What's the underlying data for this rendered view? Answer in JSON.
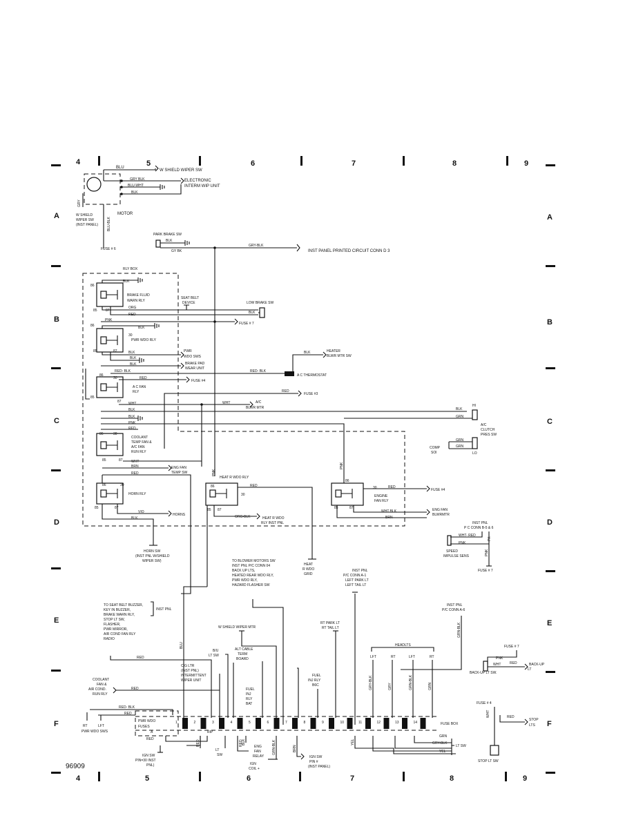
{
  "grid": {
    "cols_top": [
      "4",
      "5",
      "6",
      "7",
      "8",
      "9"
    ],
    "cols_bottom": [
      "4",
      "5",
      "6",
      "7",
      "8",
      "9"
    ],
    "rows_left": [
      "A",
      "B",
      "C",
      "D",
      "E",
      "F"
    ],
    "rows_right": [
      "A",
      "B",
      "C",
      "D",
      "E",
      "F"
    ]
  },
  "doc_number": "96909",
  "labels": {
    "w_shield_wiper_sw_top": "W SHIELD WIPER SW",
    "blu": "BLU",
    "gry_blk": "GRY BLK",
    "blu_wht": "BLU-WHT",
    "blk": "BLK",
    "electronic": "ELECTRONIC",
    "interm_wip_unit": "INTERM WIP UNIT",
    "motor": "MOTOR",
    "w_shield": "W SHIELD",
    "wiper_sw": "WIPER SW",
    "inst_panel": "(INST PANEL)",
    "gry": "GRY",
    "blu_blk": "BLU-BLK",
    "fuse6": "FUSE # 6",
    "park_brake_sw": "PARK BRAKE SW",
    "gy_bk": "GY BK",
    "gry_blk_long": "GRY-BLK",
    "inst_panel_pcb": "INST PANEL PRINTED CIRCUIT CONN D 3",
    "rly_box": "RLY BOX",
    "brake_fluid": "BRAKE FLUID",
    "warn_rly": "WARN RLY",
    "seat_belt": "SEAT BELT",
    "device": "DEVICE",
    "low_brake_sw": "LOW BRAKE SW",
    "org": "ORG",
    "red": "RED",
    "pnk": "PNK",
    "fuse7": "FUSE # 7",
    "pwr_wdo_rly": "PWR WDO RLY",
    "heater": "HEATER",
    "blwr_mtr_sw": "BLWR MTR SW",
    "pwr": "PWR",
    "wdo_sws": "WDO SWS",
    "brake_pad": "BRAKE PAD",
    "wear_unit": "WEAR UNIT",
    "red_blk": "RED- BLK",
    "ac_thermostat": "A C THERMOSTAT",
    "fuse4": "FUSE #4",
    "ac_fan": "A C FAN",
    "rly": "RLY",
    "fuse3": "FUSE #3",
    "wht": "WHT",
    "ac": "A/C",
    "blwr_mtr": "BLWR MTR",
    "hi": "HI",
    "grn": "GRN",
    "ac_clutch": "A/C",
    "clutch": "CLUTCH",
    "pres_sw": "PRES SW",
    "coolant": "COOLANT",
    "temp_fan": "TEMP FAN &",
    "ac_fan2": "A/C FAN",
    "run_rly": "RUN RLY",
    "comp": "COMP",
    "sol": "SOl",
    "lo": "LO",
    "brn": "BRN",
    "eng_fan": "ENG FAN",
    "temp_sw": "TEMP SW",
    "heat_r_wdo_rly": "HEAT R WDO RLY",
    "engine": "ENGINE",
    "fan_rly": "FAN RLY",
    "horn_rly": "HORN RLY",
    "vio": "VIO",
    "horns": "HORNS",
    "org_blk": "ORG-BLK",
    "heat_r_wdo": "HEAT R WDO",
    "rly_inst_pnl": "RLY INST PNL",
    "wht_blk": "WHT BLK",
    "eng_fan2": "ENG FAN",
    "blwrmtr": "BLWRMTR",
    "inst_pnl": "INST PNL",
    "pc_conn_b56": "P C CONN B-5 & 6",
    "wht_red": "WHT- RED",
    "speed": "SPEED",
    "impulse_sens": "IMPULSE SENS",
    "pk": "PK",
    "horn_sw": "HORN SW",
    "inst_pnl_wshield": "(INST PNL W/SHIELD",
    "wiper_sw2": "WIPER SW)",
    "heat": "HEAT",
    "r_wdo": "R WDO",
    "grid": "GRID",
    "to_blower": "TO BLOWER MOTORS SW",
    "inst_pnl_pc04": "INST PNL P/C CONN 04",
    "backup_lts": "BACK UP LTS,",
    "heated_rear": "HEATED REAR WDO RLY,",
    "pwr_wdo_rly2": "PWR WDO RLY,",
    "hazard": "HAZARD FLASHER SW",
    "inst_pnl_a1": "INST PNL",
    "pc_conn_a1": "P/C CONN A-1",
    "left_park": "LEFT PARK LT",
    "left_tail": "LEFT TAIL LT",
    "to_seat_belt": "TO SEAT BELT BUZZER,",
    "key_in_buzzer": "KEY IN BUZZER,",
    "brake_warn_rly": "BRAKE WARN RLY,",
    "stop_lt_sw": "STOP LT SW,",
    "flasher": "FLASHER,",
    "pwr_mirror": "PWR MIRROR,",
    "air_cond": "AIR COND FAN RLY",
    "radio": "RADIO",
    "inst_pnl2": "INST PNL",
    "w_shield_wiper_mtr": "W SHIELD WIPER MTR",
    "rt_park_lt": "RT PARK LT",
    "rt_tail_lt": "RT TAIL LT",
    "inst_pnl_a6": "INST PNL",
    "pc_conn_a6": "P/C CONN A-6",
    "grn_blk": "GRN-BLK",
    "headlts": "HEADLTS",
    "lft": "LFT",
    "rt": "RT",
    "fuse7b": "FUSE # 7",
    "back_up": "BACK-UP",
    "lt": "LT",
    "backup_lt_sw": "BACK-UP LT SW.",
    "bu_lt_sw": "B/U",
    "lt_sw": "LT SW",
    "alt_cable": "ALT CABLE",
    "term": "TERM",
    "board": "BOARD",
    "cig_ltr": "CIG LTR",
    "inst_pnl3": "(INST PNL)",
    "intermittent": "INTERMITTENT",
    "wiper_unit": "WIPER UNIT",
    "fuel_inj": "FUEL",
    "inj": "INJ",
    "rly2": "RLY",
    "bat": "BAT",
    "fuel_inj_rly": "FUEL",
    "inj_rly": "INJ RLY",
    "b6c": "B6C",
    "coolant2": "COOLANT",
    "fan_and": "FAN &",
    "air_cond2": "AIR COND.",
    "run_rly2": "RUN RLY",
    "rt2": "RT",
    "lft2": "LFT",
    "pwr_wdo_sws": "PWR WDO SWS",
    "pwr_wdo": "PWR WDO",
    "fuses": "FUSES",
    "fuse_box": "FUSE BOX",
    "grn2": "GRN",
    "gry_blk3": "GRY-BLK",
    "lt_sw2": "LT SW",
    "yel": "YEL",
    "fuse4b": "FUSE # 4",
    "stop": "STOP",
    "lts": "LTS",
    "stop_lt_sw2": "STOP LT SW",
    "ign_sw_30": "IGN SW",
    "pin30": "PIN=30 INST",
    "pnl": "PNL)",
    "ign_sw_pin": "IGN SW",
    "pin_hash": "PIN #",
    "inst_panel2": "(INST PANEL)",
    "lt_sw3": "LT",
    "sw": "SW",
    "eng": "ENG",
    "fan": "FAN",
    "relay": "RELAY",
    "ign": "IGN",
    "coil": "COIL +",
    "a": "A",
    "rip": "RIP"
  },
  "fuse_box_pins": [
    "1",
    "2",
    "3",
    "4",
    "5",
    "6",
    "7",
    "8",
    "9",
    "10",
    "11",
    "12",
    "13",
    "14"
  ],
  "relay_pins": [
    "86",
    "85",
    "87",
    "30"
  ]
}
